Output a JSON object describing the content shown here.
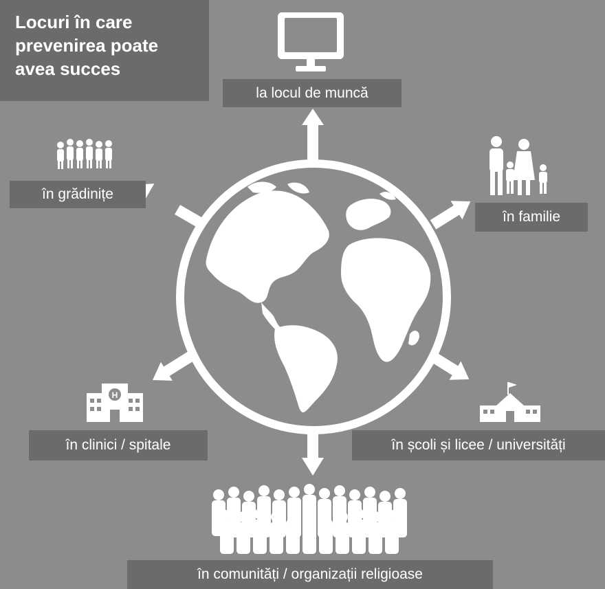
{
  "title_lines": [
    "Locuri în care",
    "prevenirea poate",
    "avea succes"
  ],
  "places": {
    "workplace": "la locul de muncă",
    "kindergartens": "în grădinițe",
    "family": "în familie",
    "clinics": "în clinici / spitale",
    "schools": "în școli și licee / universități",
    "communities": "în comunități / organizații religioase"
  },
  "colors": {
    "background": "#8c8c8c",
    "label_box": "#6b6b6d",
    "foreground": "#ffffff"
  },
  "icons": {
    "workplace": "computer-monitor-icon",
    "kindergartens": "children-group-icon",
    "family": "family-icon",
    "clinics": "hospital-icon",
    "schools": "school-building-icon",
    "communities": "crowd-icon",
    "center": "globe-icon"
  }
}
